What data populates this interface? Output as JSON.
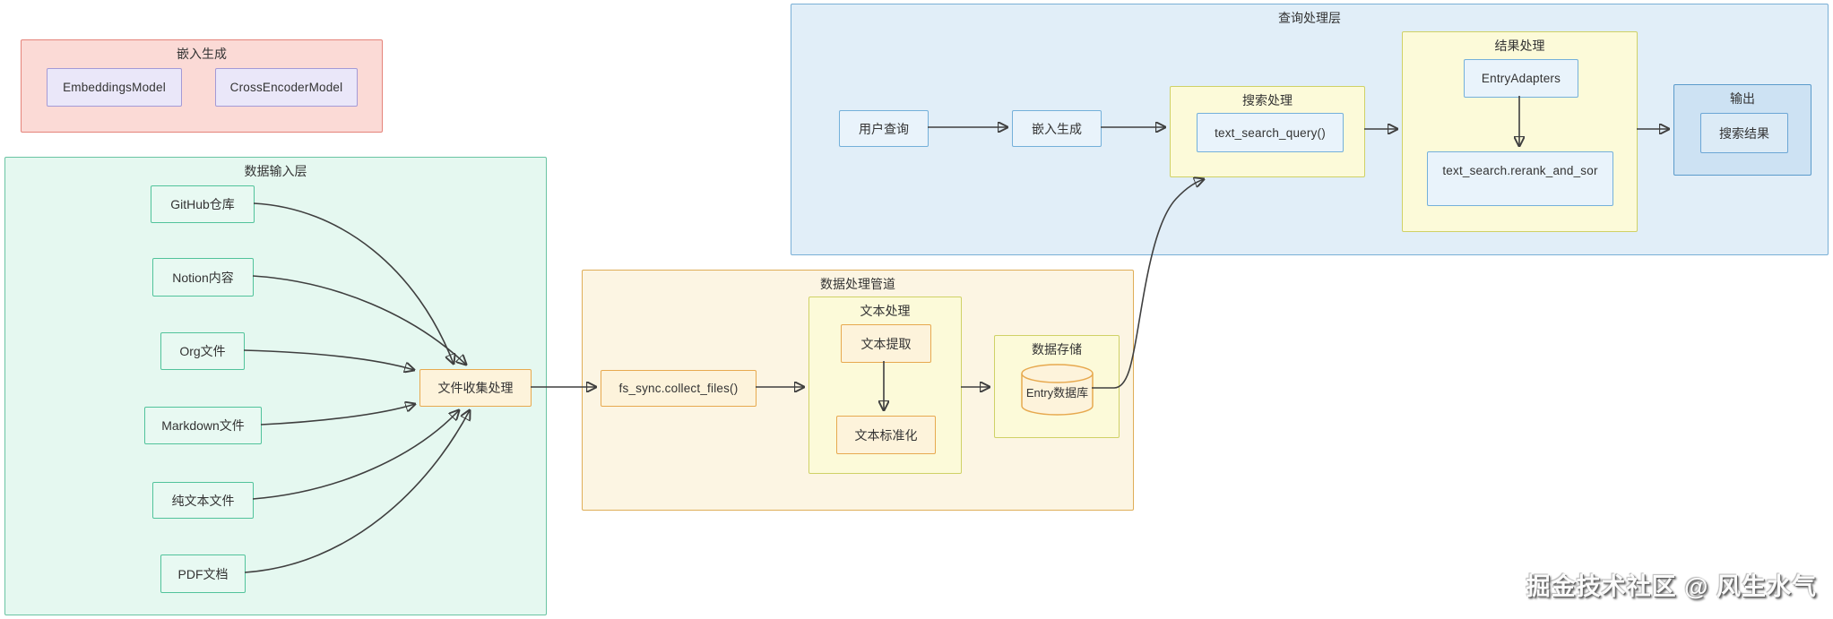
{
  "diagram": {
    "embedding_group": {
      "title": "嵌入生成",
      "embeddings_model": "EmbeddingsModel",
      "cross_encoder_model": "CrossEncoderModel"
    },
    "input_group": {
      "title": "数据输入层",
      "github": "GitHub仓库",
      "notion": "Notion内容",
      "org": "Org文件",
      "markdown": "Markdown文件",
      "plaintext": "纯文本文件",
      "pdf": "PDF文档",
      "collector": "文件收集处理"
    },
    "pipeline_group": {
      "title": "数据处理管道",
      "collect_files": "fs_sync.collect_files()",
      "text_processing": {
        "title": "文本处理",
        "extract": "文本提取",
        "normalize": "文本标准化"
      },
      "storage": {
        "title": "数据存储",
        "entry_db": "Entry数据库"
      }
    },
    "query_group": {
      "title": "查询处理层",
      "user_query": "用户查询",
      "embedding": "嵌入生成",
      "search": {
        "title": "搜索处理",
        "query_fn": "text_search_query()"
      },
      "results": {
        "title": "结果处理",
        "adapters": "EntryAdapters",
        "rerank_fn": "text_search.rerank_and_sor"
      },
      "output": {
        "title": "输出",
        "result": "搜索结果"
      }
    },
    "watermark": "掘金技术社区 @ 风生水气"
  },
  "colors": {
    "pink_bg": "#fbdad6",
    "pink_border": "#e5837a",
    "purple_bg": "#eae7f9",
    "purple_border": "#a49ad6",
    "mint_bg": "#e5f8f0",
    "mint_border": "#51c39b",
    "cream_bg": "#fdf3db",
    "cream_border": "#e7a94f",
    "yellow_bg": "#fcfad9",
    "yellow_border": "#cfd166",
    "blue_bg": "#e1eef8",
    "blue_border": "#74b0da",
    "output_bg": "#cde2f3",
    "output_border": "#5b9bcb",
    "edge": "#3f3f3f"
  }
}
